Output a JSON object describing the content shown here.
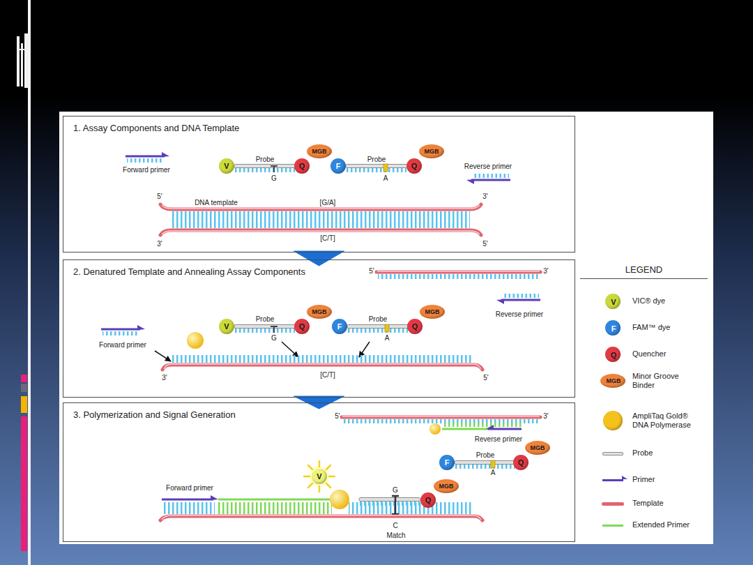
{
  "diagram": {
    "nodes": [
      {
        "text": [
          "1. Assay Components and DNA Template"
        ]
      },
      {
        "text": [
          "V"
        ],
        "in": 0
      },
      {
        "text": [
          "Q"
        ],
        "in": 0
      },
      {
        "text": [
          "MGB"
        ],
        "in": 0
      },
      {
        "text": [
          "F"
        ],
        "in": 0
      },
      {
        "text": [
          "Q"
        ],
        "in": 0
      },
      {
        "text": [
          "MGB"
        ],
        "in": 0
      },
      {
        "text": [
          "2. Denatured Template and Annealing Assay Components"
        ]
      },
      {
        "text": [
          "V"
        ],
        "in": 7
      },
      {
        "text": [
          "Q"
        ],
        "in": 7
      },
      {
        "text": [
          "MGB"
        ],
        "in": 7
      },
      {
        "text": [
          "F"
        ],
        "in": 7
      },
      {
        "text": [
          "Q"
        ],
        "in": 7
      },
      {
        "text": [
          "MGB"
        ],
        "in": 7
      },
      {
        "text": [
          "3. Polymerization and Signal Generation"
        ]
      },
      {
        "text": [
          "F"
        ],
        "in": 14
      },
      {
        "text": [
          "Q"
        ],
        "in": 14
      },
      {
        "text": [
          "MGB"
        ],
        "in": 14
      },
      {
        "text": [
          "V"
        ],
        "in": 14
      },
      {
        "text": [
          "Q"
        ],
        "in": 14
      },
      {
        "text": [
          "MGB"
        ],
        "in": 14
      },
      {
        "text": [
          "LEGEND"
        ]
      }
    ],
    "edges": [
      {
        "from": 0,
        "to": 7,
        "arrow": "to"
      },
      {
        "from": 7,
        "to": 14,
        "arrow": "to"
      }
    ],
    "labels": [
      "Forward primer",
      "Probe",
      "G",
      "Probe",
      "A",
      "Reverse primer",
      "5'",
      "DNA template",
      "[G/A]",
      "3'",
      "3'",
      "[C/T]",
      "5'",
      "5'",
      "3'",
      "Reverse primer",
      "Probe",
      "G",
      "Probe",
      "A",
      "Forward primer",
      "3'",
      "[C/T]",
      "5'",
      "5'",
      "3'",
      "Reverse primer",
      "Probe",
      "A",
      "Forward primer",
      "G",
      "C",
      "Match",
      "V",
      "F",
      "Q",
      "MGB"
    ],
    "legend": [
      {
        "text": "VIC® dye",
        "color": "#cbd93a"
      },
      {
        "text": "FAM™ dye",
        "color": "#2f86de"
      },
      {
        "text": "Quencher",
        "color": "#e23a44"
      },
      {
        "text": "Minor Groove Binder",
        "color": "#f0823a"
      },
      {
        "text": "AmpliTaq Gold® DNA Polymerase",
        "color": "#f4c21c"
      },
      {
        "text": "Probe"
      },
      {
        "text": "Primer"
      },
      {
        "text": "Template"
      },
      {
        "text": "Extended Primer"
      }
    ]
  }
}
